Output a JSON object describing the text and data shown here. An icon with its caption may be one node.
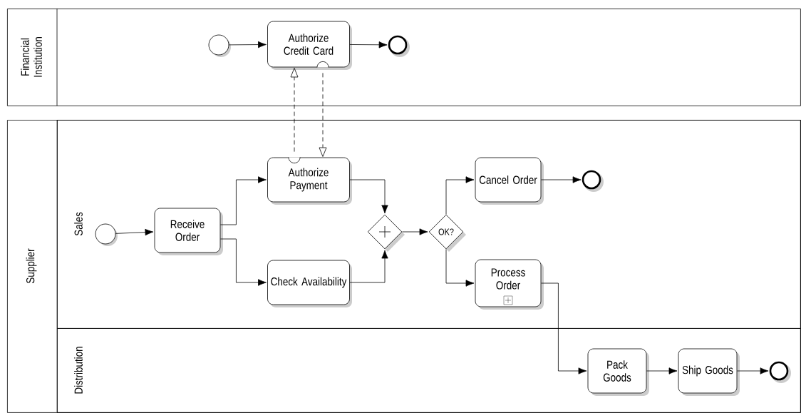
{
  "diagram": {
    "nodes": [
      {
        "text": [
          "Financial Institution"
        ]
      },
      {
        "text": [
          "Supplier"
        ]
      },
      {
        "text": [
          "Sales"
        ],
        "in": 1
      },
      {
        "text": [
          "Distribution"
        ],
        "in": 1
      },
      {
        "text": [],
        "shape": "circle",
        "in": 0
      },
      {
        "text": [
          "Authorize Credit Card"
        ],
        "in": 0
      },
      {
        "text": [],
        "shape": "circle",
        "in": 0
      },
      {
        "text": [],
        "shape": "circle",
        "in": 2
      },
      {
        "text": [
          "Receive Order"
        ],
        "in": 2
      },
      {
        "text": [
          "Authorize Payment"
        ],
        "in": 2
      },
      {
        "text": [
          "Check Availability"
        ],
        "in": 2
      },
      {
        "text": [],
        "shape": "diamond",
        "in": 2
      },
      {
        "text": [
          "OK?"
        ],
        "in": 2
      },
      {
        "text": [
          "Cancel Order"
        ],
        "in": 2
      },
      {
        "text": [],
        "shape": "circle",
        "in": 2
      },
      {
        "text": [
          "Process Order"
        ],
        "in": 2
      },
      {
        "text": [
          "Pack Goods"
        ],
        "in": 3
      },
      {
        "text": [
          "Ship Goods"
        ],
        "in": 3
      },
      {
        "text": [],
        "shape": "circle",
        "in": 3
      }
    ],
    "edges": [
      {
        "from": 4,
        "to": 5,
        "arrow": "to"
      },
      {
        "from": 5,
        "to": 6,
        "arrow": "to"
      },
      {
        "from": 9,
        "to": 5,
        "arrow": "to",
        "style": "dashed"
      },
      {
        "from": 5,
        "to": 9,
        "arrow": "to",
        "style": "dashed"
      },
      {
        "from": 7,
        "to": 8,
        "arrow": "to"
      },
      {
        "from": 8,
        "to": 9,
        "arrow": "to"
      },
      {
        "from": 8,
        "to": 10,
        "arrow": "to"
      },
      {
        "from": 9,
        "to": 11,
        "arrow": "to"
      },
      {
        "from": 10,
        "to": 11,
        "arrow": "to"
      },
      {
        "from": 11,
        "to": 12,
        "arrow": "to"
      },
      {
        "from": 12,
        "to": 13,
        "arrow": "to"
      },
      {
        "from": 12,
        "to": 15,
        "arrow": "to"
      },
      {
        "from": 13,
        "to": 14,
        "arrow": "to"
      },
      {
        "from": 15,
        "to": 16,
        "arrow": "to"
      },
      {
        "from": 16,
        "to": 17,
        "arrow": "to"
      },
      {
        "from": 17,
        "to": 18,
        "arrow": "to"
      }
    ]
  }
}
